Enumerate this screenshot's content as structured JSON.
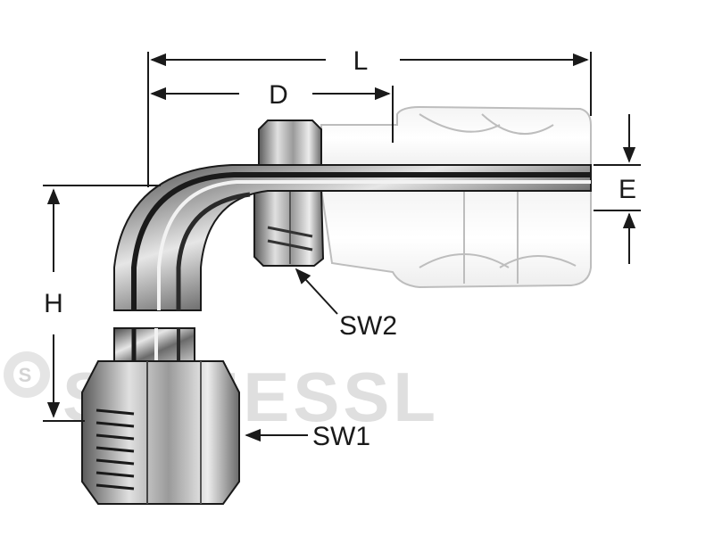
{
  "labels": {
    "L": "L",
    "D": "D",
    "E": "E",
    "H": "H",
    "SW1": "SW1",
    "SW2": "SW2"
  },
  "watermark": {
    "text": "SCHIESSL",
    "logo_letter": "S"
  },
  "colors": {
    "line": "#1a1a1a",
    "metal_dark": "#2a2a2a",
    "metal_mid": "#8a8a8a",
    "metal_light": "#d8d8d8",
    "ghost": "#bdbdbd",
    "watermark": "#dcdcdc"
  }
}
